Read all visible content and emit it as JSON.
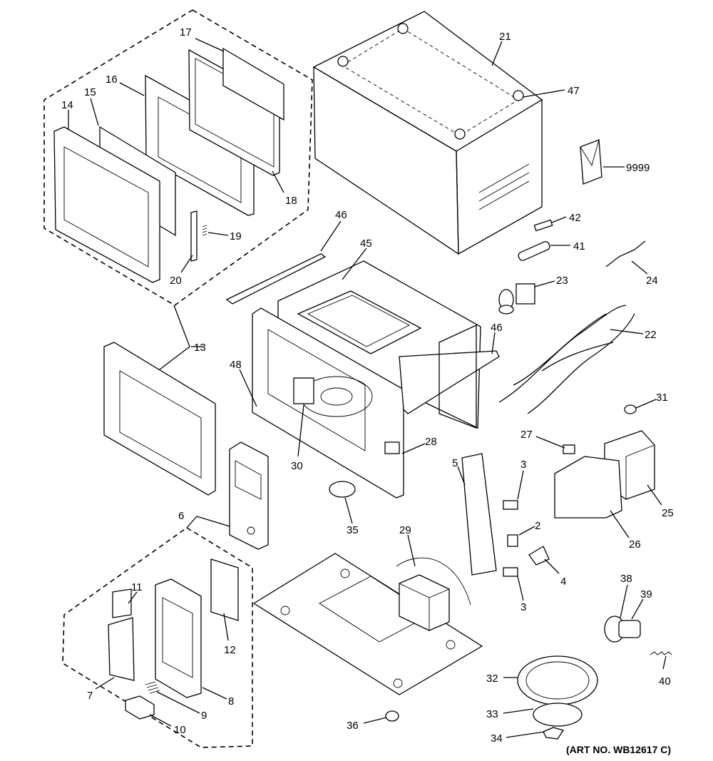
{
  "diagram": {
    "callouts": [
      {
        "id": "c17",
        "text": "17"
      },
      {
        "id": "c16",
        "text": "16"
      },
      {
        "id": "c15",
        "text": "15"
      },
      {
        "id": "c14",
        "text": "14"
      },
      {
        "id": "c18",
        "text": "18"
      },
      {
        "id": "c19",
        "text": "19"
      },
      {
        "id": "c20",
        "text": "20"
      },
      {
        "id": "c13",
        "text": "13"
      },
      {
        "id": "c21",
        "text": "21"
      },
      {
        "id": "c47",
        "text": "47"
      },
      {
        "id": "c9999",
        "text": "9999"
      },
      {
        "id": "c42",
        "text": "42"
      },
      {
        "id": "c41",
        "text": "41"
      },
      {
        "id": "c24",
        "text": "24"
      },
      {
        "id": "c46a",
        "text": "46"
      },
      {
        "id": "c45",
        "text": "45"
      },
      {
        "id": "c23",
        "text": "23"
      },
      {
        "id": "c22",
        "text": "22"
      },
      {
        "id": "c46b",
        "text": "46"
      },
      {
        "id": "c48",
        "text": "48"
      },
      {
        "id": "c30",
        "text": "30"
      },
      {
        "id": "c28",
        "text": "28"
      },
      {
        "id": "c31",
        "text": "31"
      },
      {
        "id": "c27",
        "text": "27"
      },
      {
        "id": "c25",
        "text": "25"
      },
      {
        "id": "c26",
        "text": "26"
      },
      {
        "id": "c5",
        "text": "5"
      },
      {
        "id": "c3a",
        "text": "3"
      },
      {
        "id": "c2",
        "text": "2"
      },
      {
        "id": "c4",
        "text": "4"
      },
      {
        "id": "c3b",
        "text": "3"
      },
      {
        "id": "c35",
        "text": "35"
      },
      {
        "id": "c29",
        "text": "29"
      },
      {
        "id": "c6",
        "text": "6"
      },
      {
        "id": "c11",
        "text": "11"
      },
      {
        "id": "c12",
        "text": "12"
      },
      {
        "id": "c7",
        "text": "7"
      },
      {
        "id": "c8",
        "text": "8"
      },
      {
        "id": "c9",
        "text": "9"
      },
      {
        "id": "c10",
        "text": "10"
      },
      {
        "id": "c38",
        "text": "38"
      },
      {
        "id": "c39",
        "text": "39"
      },
      {
        "id": "c40",
        "text": "40"
      },
      {
        "id": "c32",
        "text": "32"
      },
      {
        "id": "c33",
        "text": "33"
      },
      {
        "id": "c34",
        "text": "34"
      },
      {
        "id": "c36",
        "text": "36"
      }
    ],
    "art_number": "(ART NO. WB12617 C)"
  }
}
